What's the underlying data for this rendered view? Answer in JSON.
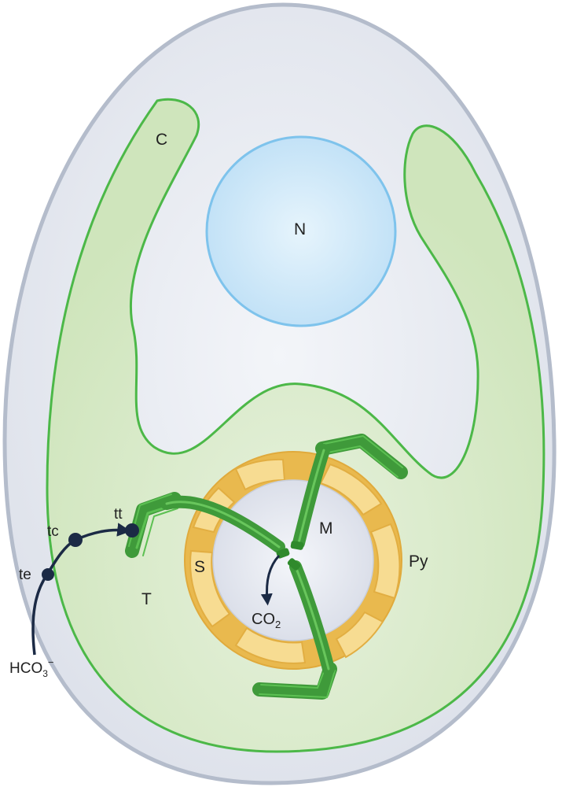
{
  "labels": {
    "chloroplast": "C",
    "nucleus": "N",
    "mitochondrion": "M",
    "pyrenoid": "Py",
    "starch": "S",
    "thylakoid": "T",
    "tt": "tt",
    "tc": "tc",
    "te": "te",
    "co2_main": "CO",
    "co2_sub": "2",
    "hco3_main": "HCO",
    "hco3_sub": "3",
    "hco3_sup": "−"
  },
  "colors": {
    "cell_fill": "#dfe3ec",
    "cell_border": "#b4bccb",
    "chloroplast_fill": "#d4e8c2",
    "chloroplast_border": "#4cb848",
    "nucleus_fill": "#cfe8f8",
    "nucleus_border": "#7ec3ec",
    "starch_fill": "#f6d98c",
    "starch_ring": "#e8b74a",
    "matrix_fill": "#e6e9f2",
    "thylakoid": "#3f9a3a",
    "thylakoid_light": "#5cc052",
    "transporter": "#1b2a45"
  }
}
